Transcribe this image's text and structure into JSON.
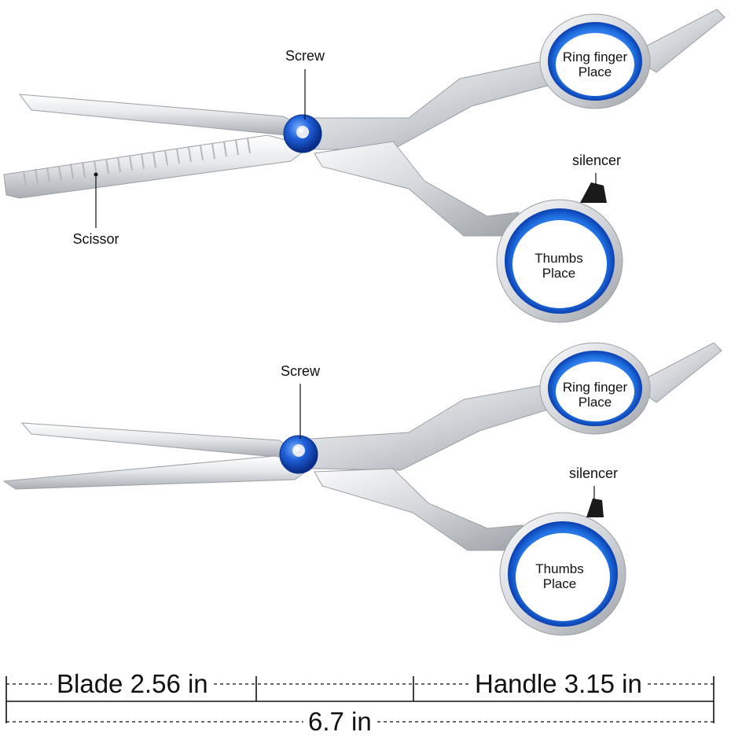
{
  "colors": {
    "accent_blue": "#1f6fe0",
    "accent_blue_dark": "#0b3fb0",
    "steel_light": "#f2f3f5",
    "steel_mid": "#c9ccd1",
    "steel_dark": "#8e939a",
    "silencer_black": "#1a1a1a"
  },
  "top_scissors": {
    "kind": "thinning-shears",
    "labels": {
      "screw": "Screw",
      "scissor": "Scissor",
      "silencer": "silencer",
      "ring_finger_line1": "Ring finger",
      "ring_finger_line2": "Place",
      "thumbs_line1": "Thumbs",
      "thumbs_line2": "Place"
    }
  },
  "bottom_scissors": {
    "kind": "cutting-shears",
    "labels": {
      "screw": "Screw",
      "silencer": "silencer",
      "ring_finger_line1": "Ring finger",
      "ring_finger_line2": "Place",
      "thumbs_line1": "Thumbs",
      "thumbs_line2": "Place"
    }
  },
  "dimensions": {
    "blade": "Blade 2.56 in",
    "handle": "Handle 3.15 in",
    "total": "6.7 in"
  }
}
